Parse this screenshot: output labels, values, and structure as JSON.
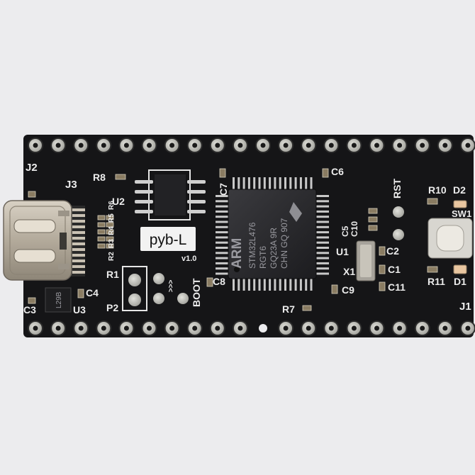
{
  "board": {
    "name_label": "pyb-L",
    "version": "v1.0",
    "boot_label": "BOOT",
    "rst_label": "RST",
    "arrows": ">>>",
    "connectors": {
      "j1": "J1",
      "j2": "J2",
      "j3": "J3"
    },
    "components": {
      "r1": "R1",
      "r2": "R2",
      "r3": "R3",
      "r4": "R4",
      "r5": "R5",
      "r6": "R6",
      "r7": "R7",
      "r8": "R8",
      "r10": "R10",
      "r11": "R11",
      "p2": "P2",
      "u1": "U1",
      "u2": "U2",
      "u3": "U3",
      "c1": "C1",
      "c2": "C2",
      "c3": "C3",
      "c4": "C4",
      "c5": "C5",
      "c6": "C6",
      "c7": "C7",
      "c8": "C8",
      "c9": "C9",
      "c10": "C10",
      "c11": "C11",
      "x1": "X1",
      "sw1": "SW1",
      "d1": "D1",
      "d2": "D2"
    },
    "mcu_marking": [
      "ARM",
      "STM32L476",
      "RGT6",
      "GQ23A 9R",
      "CHN GQ 907"
    ],
    "regulator_marking": "L29B"
  },
  "colors": {
    "background": "#ececee",
    "pcb": "#151517",
    "silkscreen": "#ececec",
    "pad": "#b9b9b3",
    "usb_metal": "#b7afa2"
  }
}
